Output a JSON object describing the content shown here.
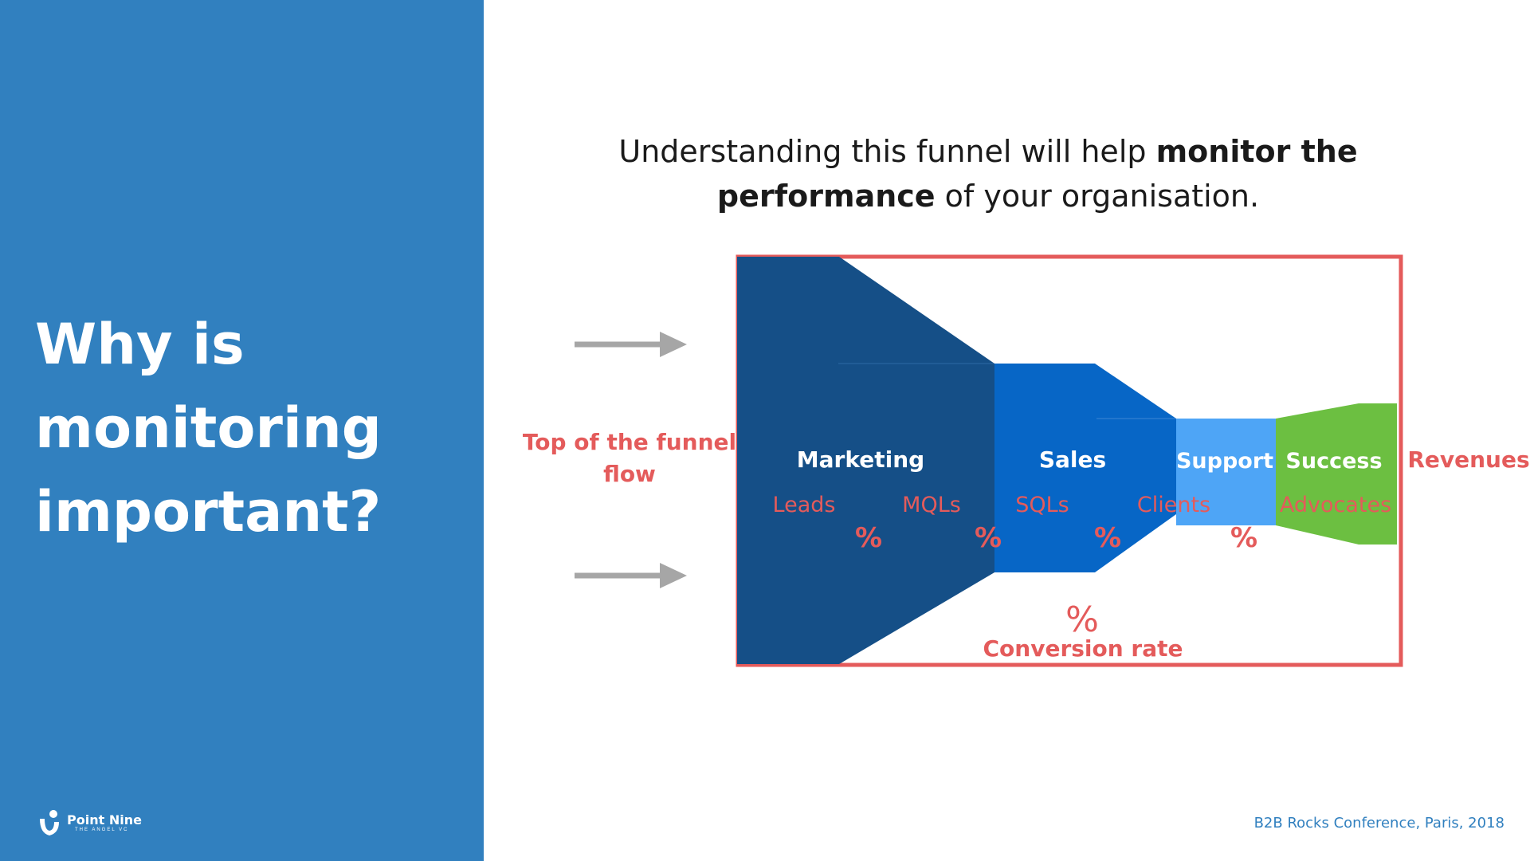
{
  "slide": {
    "title": "Why is monitoring important?",
    "headline_pre": "Understanding this funnel will help ",
    "headline_bold": "monitor the performance",
    "headline_post": " of your organisation.",
    "footer": "B2B Rocks Conference, Paris, 2018"
  },
  "logo": {
    "name": "Point Nine",
    "tagline": "THE ANGEL VC"
  },
  "funnel": {
    "left_label_line1": "Top of the funnel",
    "left_label_line2": "flow",
    "right_label": "Revenues",
    "stages": [
      {
        "name": "Marketing",
        "color": "#154f87"
      },
      {
        "name": "Sales",
        "color": "#0766c6"
      },
      {
        "name": "Support",
        "color": "#4ea5f6"
      },
      {
        "name": "Success",
        "color": "#6cbf41"
      }
    ],
    "metrics": [
      "Leads",
      "MQLs",
      "SQLs",
      "Clients",
      "Advocates"
    ],
    "rate_symbol": "%",
    "overall_rate_symbol": "%",
    "overall_rate_label": "Conversion rate"
  },
  "colors": {
    "sidebar": "#3180bf",
    "accent_red": "#e45b5b",
    "arrow_gray": "#a6a6a6"
  }
}
